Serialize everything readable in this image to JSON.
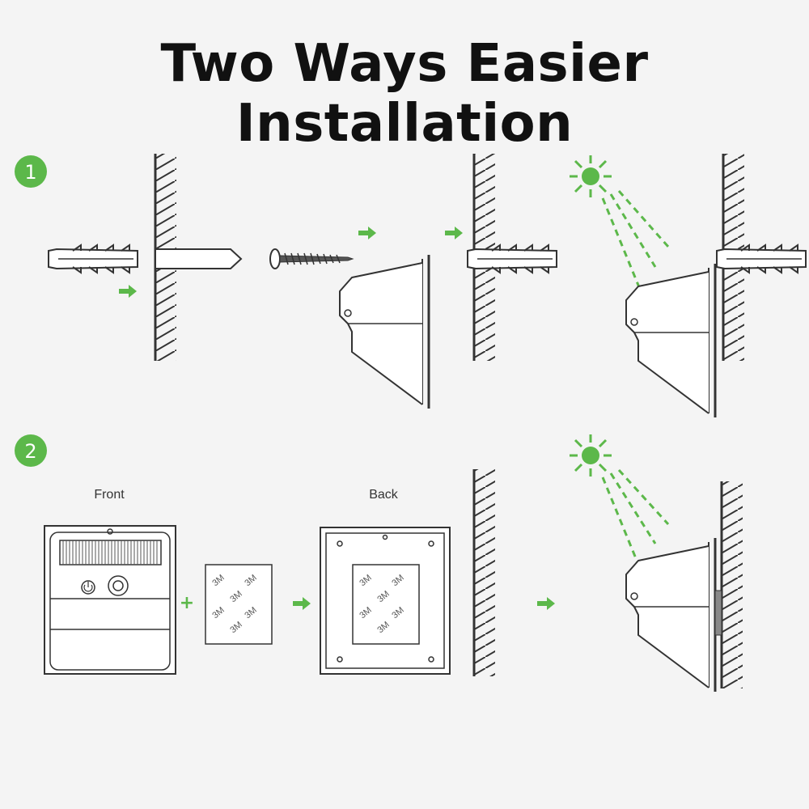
{
  "title": "Two Ways Easier Installation",
  "steps": [
    {
      "number": "1"
    },
    {
      "number": "2"
    }
  ],
  "labels": {
    "front": "Front",
    "back": "Back",
    "plus": "+"
  },
  "tape": {
    "text": "3M"
  },
  "colors": {
    "accent_green": "#5cb84a",
    "line": "#333333",
    "background": "#f4f4f4"
  },
  "icons": [
    "sun-icon",
    "arrow-right-icon",
    "wall-anchor-icon",
    "screw-icon",
    "drill-bit-icon",
    "power-button-icon",
    "motion-sensor-icon"
  ]
}
